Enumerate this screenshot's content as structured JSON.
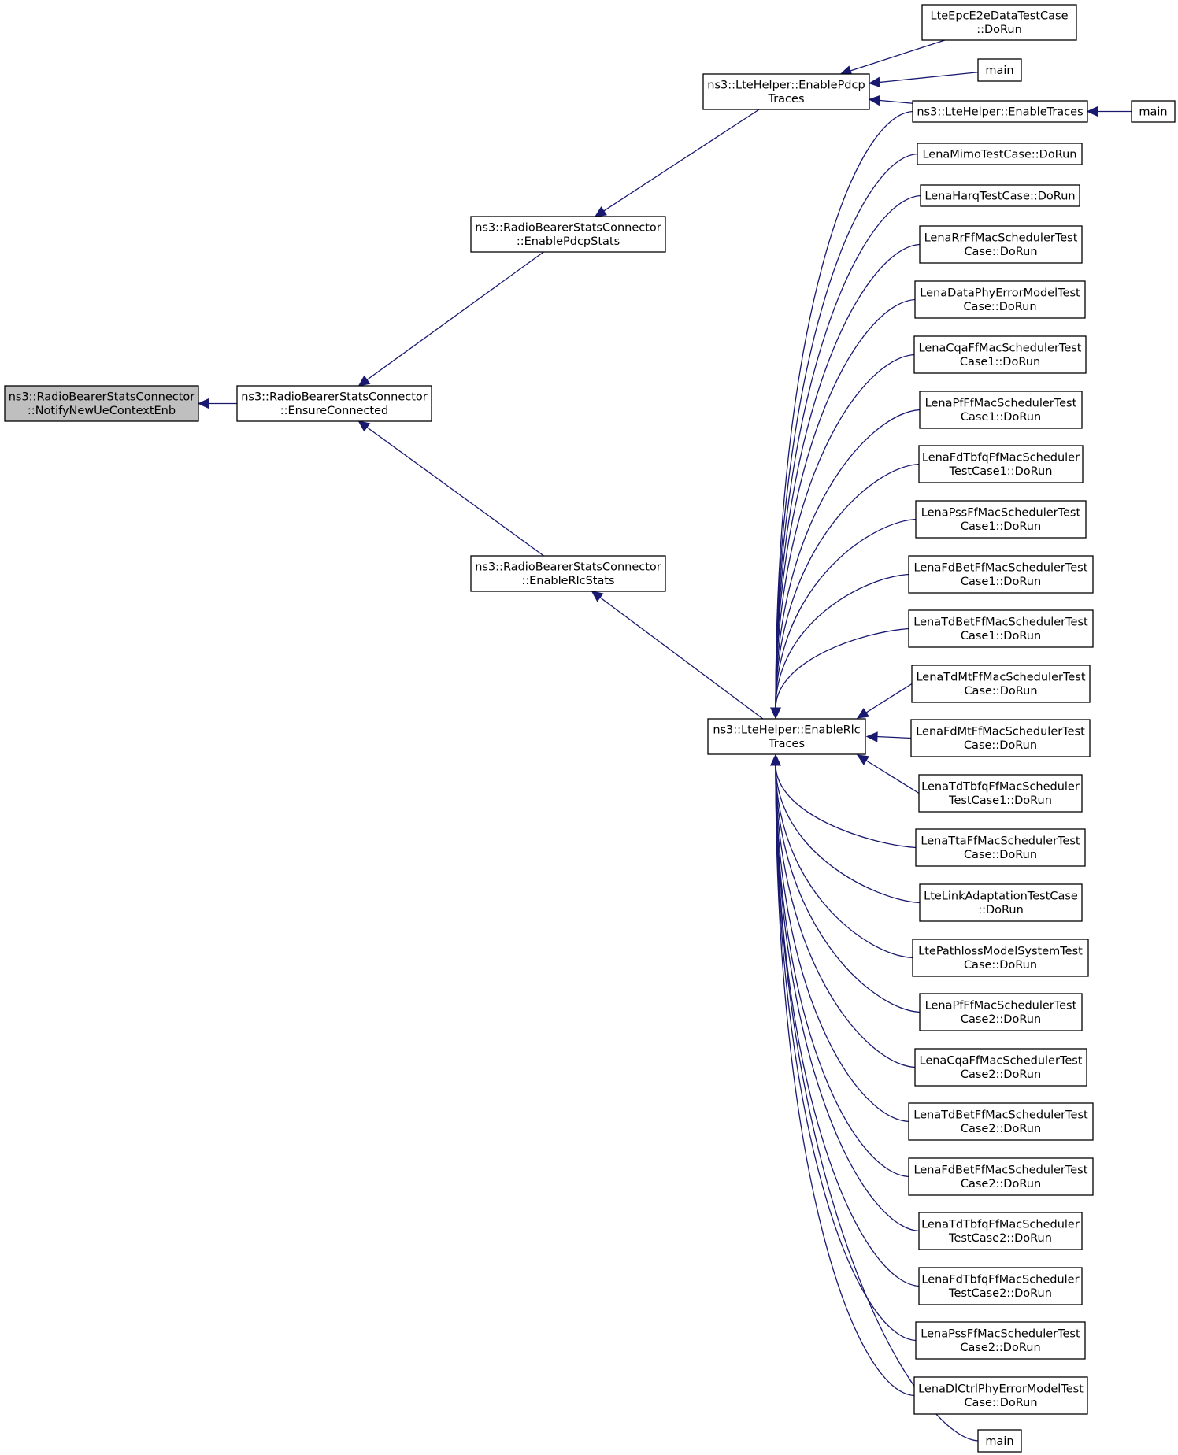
{
  "graph": {
    "edge_color": "#191970",
    "highlight_fill": "#bfbfbf",
    "nodes": [
      {
        "id": "notify",
        "lines": [
          "ns3::RadioBearerStatsConnector",
          "::NotifyNewUeContextEnb"
        ],
        "highlighted": true
      },
      {
        "id": "ensure",
        "lines": [
          "ns3::RadioBearerStatsConnector",
          "::EnsureConnected"
        ]
      },
      {
        "id": "pdcpstats",
        "lines": [
          "ns3::RadioBearerStatsConnector",
          "::EnablePdcpStats"
        ]
      },
      {
        "id": "rlcstats",
        "lines": [
          "ns3::RadioBearerStatsConnector",
          "::EnableRlcStats"
        ]
      },
      {
        "id": "pdcptraces",
        "lines": [
          "ns3::LteHelper::EnablePdcp",
          "Traces"
        ]
      },
      {
        "id": "rlctraces",
        "lines": [
          "ns3::LteHelper::EnableRlc",
          "Traces"
        ]
      },
      {
        "id": "epce2e",
        "lines": [
          "LteEpcE2eDataTestCase",
          "::DoRun"
        ]
      },
      {
        "id": "main1",
        "lines": [
          "main"
        ]
      },
      {
        "id": "enabletraces",
        "lines": [
          "ns3::LteHelper::EnableTraces"
        ]
      },
      {
        "id": "main2",
        "lines": [
          "main"
        ]
      },
      {
        "id": "mimo",
        "lines": [
          "LenaMimoTestCase::DoRun"
        ]
      },
      {
        "id": "harq",
        "lines": [
          "LenaHarqTestCase::DoRun"
        ]
      },
      {
        "id": "rrff",
        "lines": [
          "LenaRrFfMacSchedulerTest",
          "Case::DoRun"
        ]
      },
      {
        "id": "dataphy",
        "lines": [
          "LenaDataPhyErrorModelTest",
          "Case::DoRun"
        ]
      },
      {
        "id": "cqa1",
        "lines": [
          "LenaCqaFfMacSchedulerTest",
          "Case1::DoRun"
        ]
      },
      {
        "id": "pf1",
        "lines": [
          "LenaPfFfMacSchedulerTest",
          "Case1::DoRun"
        ]
      },
      {
        "id": "fdtbfq1",
        "lines": [
          "LenaFdTbfqFfMacScheduler",
          "TestCase1::DoRun"
        ]
      },
      {
        "id": "pss1",
        "lines": [
          "LenaPssFfMacSchedulerTest",
          "Case1::DoRun"
        ]
      },
      {
        "id": "fdbet1",
        "lines": [
          "LenaFdBetFfMacSchedulerTest",
          "Case1::DoRun"
        ]
      },
      {
        "id": "tdbet1",
        "lines": [
          "LenaTdBetFfMacSchedulerTest",
          "Case1::DoRun"
        ]
      },
      {
        "id": "tdmt",
        "lines": [
          "LenaTdMtFfMacSchedulerTest",
          "Case::DoRun"
        ]
      },
      {
        "id": "fdmt",
        "lines": [
          "LenaFdMtFfMacSchedulerTest",
          "Case::DoRun"
        ]
      },
      {
        "id": "tdtbfq1",
        "lines": [
          "LenaTdTbfqFfMacScheduler",
          "TestCase1::DoRun"
        ]
      },
      {
        "id": "tta",
        "lines": [
          "LenaTtaFfMacSchedulerTest",
          "Case::DoRun"
        ]
      },
      {
        "id": "linkadapt",
        "lines": [
          "LteLinkAdaptationTestCase",
          "::DoRun"
        ]
      },
      {
        "id": "pathloss",
        "lines": [
          "LtePathlossModelSystemTest",
          "Case::DoRun"
        ]
      },
      {
        "id": "pf2",
        "lines": [
          "LenaPfFfMacSchedulerTest",
          "Case2::DoRun"
        ]
      },
      {
        "id": "cqa2",
        "lines": [
          "LenaCqaFfMacSchedulerTest",
          "Case2::DoRun"
        ]
      },
      {
        "id": "tdbet2",
        "lines": [
          "LenaTdBetFfMacSchedulerTest",
          "Case2::DoRun"
        ]
      },
      {
        "id": "fdbet2",
        "lines": [
          "LenaFdBetFfMacSchedulerTest",
          "Case2::DoRun"
        ]
      },
      {
        "id": "tdtbfq2",
        "lines": [
          "LenaTdTbfqFfMacScheduler",
          "TestCase2::DoRun"
        ]
      },
      {
        "id": "fdtbfq2",
        "lines": [
          "LenaFdTbfqFfMacScheduler",
          "TestCase2::DoRun"
        ]
      },
      {
        "id": "pss2",
        "lines": [
          "LenaPssFfMacSchedulerTest",
          "Case2::DoRun"
        ]
      },
      {
        "id": "dlctrl",
        "lines": [
          "LenaDlCtrlPhyErrorModelTest",
          "Case::DoRun"
        ]
      },
      {
        "id": "main3",
        "lines": [
          "main"
        ]
      }
    ],
    "edges": [
      {
        "from": "ensure",
        "to": "notify"
      },
      {
        "from": "pdcpstats",
        "to": "ensure"
      },
      {
        "from": "rlcstats",
        "to": "ensure"
      },
      {
        "from": "pdcptraces",
        "to": "pdcpstats"
      },
      {
        "from": "rlctraces",
        "to": "rlcstats"
      },
      {
        "from": "epce2e",
        "to": "pdcptraces"
      },
      {
        "from": "main1",
        "to": "pdcptraces"
      },
      {
        "from": "enabletraces",
        "to": "pdcptraces"
      },
      {
        "from": "main2",
        "to": "enabletraces"
      },
      {
        "from": "enabletraces",
        "to": "rlctraces"
      },
      {
        "from": "mimo",
        "to": "rlctraces"
      },
      {
        "from": "harq",
        "to": "rlctraces"
      },
      {
        "from": "rrff",
        "to": "rlctraces"
      },
      {
        "from": "dataphy",
        "to": "rlctraces"
      },
      {
        "from": "cqa1",
        "to": "rlctraces"
      },
      {
        "from": "pf1",
        "to": "rlctraces"
      },
      {
        "from": "fdtbfq1",
        "to": "rlctraces"
      },
      {
        "from": "pss1",
        "to": "rlctraces"
      },
      {
        "from": "fdbet1",
        "to": "rlctraces"
      },
      {
        "from": "tdbet1",
        "to": "rlctraces"
      },
      {
        "from": "tdmt",
        "to": "rlctraces"
      },
      {
        "from": "fdmt",
        "to": "rlctraces"
      },
      {
        "from": "tdtbfq1",
        "to": "rlctraces"
      },
      {
        "from": "tta",
        "to": "rlctraces"
      },
      {
        "from": "linkadapt",
        "to": "rlctraces"
      },
      {
        "from": "pathloss",
        "to": "rlctraces"
      },
      {
        "from": "pf2",
        "to": "rlctraces"
      },
      {
        "from": "cqa2",
        "to": "rlctraces"
      },
      {
        "from": "tdbet2",
        "to": "rlctraces"
      },
      {
        "from": "fdbet2",
        "to": "rlctraces"
      },
      {
        "from": "tdtbfq2",
        "to": "rlctraces"
      },
      {
        "from": "fdtbfq2",
        "to": "rlctraces"
      },
      {
        "from": "pss2",
        "to": "rlctraces"
      },
      {
        "from": "dlctrl",
        "to": "rlctraces"
      },
      {
        "from": "main3",
        "to": "rlctraces"
      }
    ]
  }
}
